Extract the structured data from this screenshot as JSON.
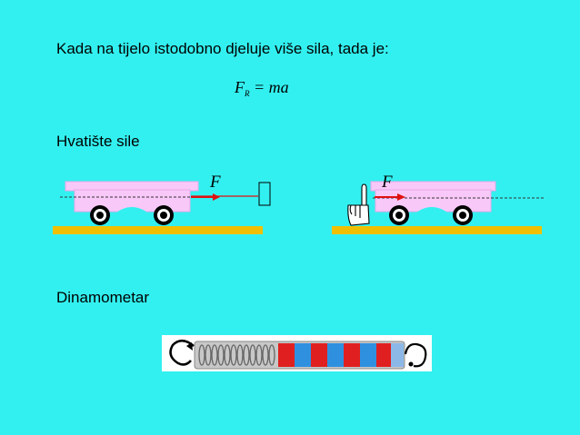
{
  "intro": "Kada na tijelo istodobno djeluje više sila, tada je:",
  "formula": {
    "lhs": "F",
    "sub": "R",
    "rhs": " = ma"
  },
  "section1": "Hvatište sile",
  "force_label": "F",
  "section2": "Dinamometar",
  "colors": {
    "background": "#33F0F0",
    "ground": "#F0C000",
    "cart_body": "#F8C8F8",
    "arrow": "#E01010",
    "spring_red": "#E02020",
    "spring_blue": "#3090E0"
  },
  "icons": [
    "rope-hook-icon",
    "pointing-hand-icon",
    "spring-hook-icon"
  ]
}
